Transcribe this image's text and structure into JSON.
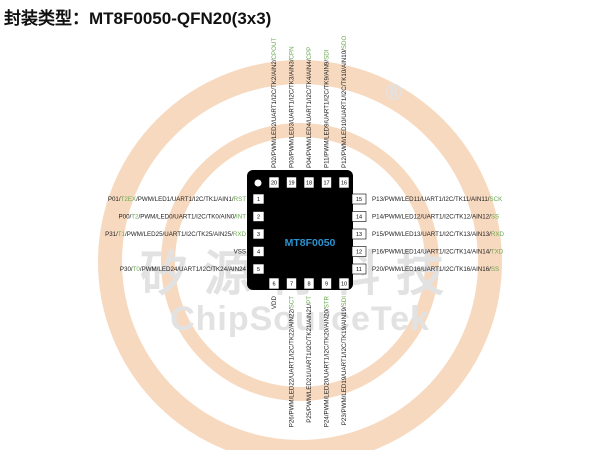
{
  "title": "封装类型：MT8F0050-QFN20(3x3)",
  "chip": {
    "name": "MT8F0050",
    "name_color": "#2b93d1",
    "body_color": "#000000",
    "pin_fill": "#ffffff"
  },
  "colors": {
    "highlight": "#6aa84f",
    "text": "#222222"
  },
  "watermark": {
    "cn": "矽源特科技",
    "en": "ChipSourceTek",
    "registered": "®",
    "ring_color": "#f7d9bf",
    "text_color": "#e2e2e2"
  },
  "left_pins": [
    {
      "num": "1",
      "segments": [
        {
          "t": "P01/"
        },
        {
          "t": "T2EX",
          "h": true
        },
        {
          "t": "/PWM/LED1/UART1/I2C/TK1/AIN1/"
        },
        {
          "t": "RST",
          "h": true
        }
      ]
    },
    {
      "num": "2",
      "segments": [
        {
          "t": "P00/"
        },
        {
          "t": "T2",
          "h": true
        },
        {
          "t": "/PWM/LED0/UART1/I2C/TK0/AIN0/"
        },
        {
          "t": "INT",
          "h": true
        }
      ]
    },
    {
      "num": "3",
      "segments": [
        {
          "t": "P31/"
        },
        {
          "t": "T1",
          "h": true
        },
        {
          "t": "/PWM/LED25/UART1/I2C/TK25/AIN25/"
        },
        {
          "t": "RXD",
          "h": true
        }
      ]
    },
    {
      "num": "4",
      "segments": [
        {
          "t": "VSS"
        }
      ]
    },
    {
      "num": "5",
      "segments": [
        {
          "t": "P30/"
        },
        {
          "t": "T0",
          "h": true
        },
        {
          "t": "/PWM/LED24/UART1/I2C/TK24/AIN24"
        }
      ]
    }
  ],
  "right_pins": [
    {
      "num": "15",
      "segments": [
        {
          "t": "P13/PWM/LED11/UART1/I2C/TK11/AIN11/"
        },
        {
          "t": "SCK",
          "h": true
        }
      ]
    },
    {
      "num": "14",
      "segments": [
        {
          "t": "P14/PWM/LED12/UART1/I2C/TK12/AIN12/"
        },
        {
          "t": "SS",
          "h": true
        }
      ]
    },
    {
      "num": "13",
      "segments": [
        {
          "t": "P15/PWM/LED13/UART1/I2C/TK13/AIN13/"
        },
        {
          "t": "RXD",
          "h": true
        }
      ]
    },
    {
      "num": "12",
      "segments": [
        {
          "t": "P16/PWM/LED14/UART1/I2C/TK14/AIN14/"
        },
        {
          "t": "TXD",
          "h": true
        }
      ]
    },
    {
      "num": "11",
      "segments": [
        {
          "t": "P20/PWM/LED16/UART1/I2C/TK16/AIN16/"
        },
        {
          "t": "SS",
          "h": true
        }
      ]
    }
  ],
  "top_pins": [
    {
      "num": "20",
      "segments": [
        {
          "t": "P02/PWM/LED2/UART1/I2C/TK2/AIN2/"
        },
        {
          "t": "CPOUT",
          "h": true
        }
      ]
    },
    {
      "num": "19",
      "segments": [
        {
          "t": "P03/PWM/LED3/UART1/I2C/TK3/AIN3/"
        },
        {
          "t": "CPN",
          "h": true
        }
      ]
    },
    {
      "num": "18",
      "segments": [
        {
          "t": "P04/PWM/LED4/UART1/I2C/TK4/AIN4/"
        },
        {
          "t": "CPP",
          "h": true
        }
      ]
    },
    {
      "num": "17",
      "segments": [
        {
          "t": "P11/PWM/LED9/UART1/I2C/TK9/AIN9/"
        },
        {
          "t": "SDI",
          "h": true
        }
      ]
    },
    {
      "num": "16",
      "segments": [
        {
          "t": "P12/PWM/LED10/UART1/I2C/TK10/AIN10/"
        },
        {
          "t": "SDO",
          "h": true
        }
      ]
    }
  ],
  "bottom_pins": [
    {
      "num": "6",
      "segments": [
        {
          "t": "VDD"
        }
      ]
    },
    {
      "num": "7",
      "segments": [
        {
          "t": "P26/PWM/LED22/UART1/I2C/TK22/AIN22/"
        },
        {
          "t": "SCT",
          "h": true
        }
      ]
    },
    {
      "num": "8",
      "segments": [
        {
          "t": "P25/PWM/LED21/UART1/I2C/TK21/AIN21/"
        },
        {
          "t": "PT",
          "h": true
        }
      ]
    },
    {
      "num": "9",
      "segments": [
        {
          "t": "P24/PWM/LED20/UART1/I2C/TK20/AIN20/"
        },
        {
          "t": "STR",
          "h": true
        }
      ]
    },
    {
      "num": "10",
      "segments": [
        {
          "t": "P23/PWM/LED19/UART1/I2C/TK19/AIN19/"
        },
        {
          "t": "SDI",
          "h": true
        }
      ]
    }
  ]
}
